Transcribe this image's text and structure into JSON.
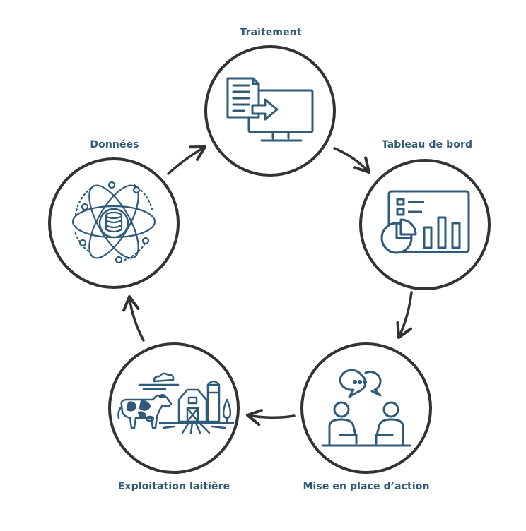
{
  "nodes": [
    {
      "id": "traitement",
      "label": "Traitement",
      "icon": "monitor-document-transfer-icon"
    },
    {
      "id": "tableau",
      "label": "Tableau de bord",
      "icon": "dashboard-chart-icon"
    },
    {
      "id": "action",
      "label": "Mise en place d’action",
      "icon": "meeting-discussion-icon"
    },
    {
      "id": "exploitation",
      "label": "Exploitation laitière",
      "icon": "dairy-farm-icon"
    },
    {
      "id": "donnees",
      "label": "Données",
      "icon": "database-atom-icon"
    }
  ],
  "colors": {
    "stroke": "#333333",
    "icon": "#2f5a78",
    "label": "#2f5a78",
    "background": "#ffffff"
  }
}
